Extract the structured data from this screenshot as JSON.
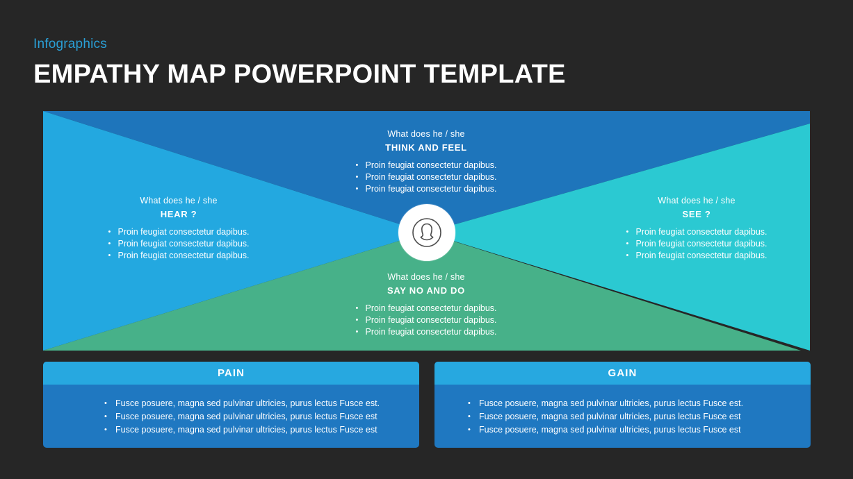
{
  "header": {
    "eyebrow": "Infographics",
    "title": "EMPATHY MAP POWERPOINT TEMPLATE"
  },
  "colors": {
    "background": "#262626",
    "eyebrow": "#2A9FD6",
    "quadrant_think": "#1E75BB",
    "quadrant_hear": "#23A8E0",
    "quadrant_see": "#2BC9D2",
    "quadrant_say": "#47B189",
    "box_header": "#27A8E0",
    "box_body": "#1F78C1",
    "avatar_background": "#FFFFFF",
    "avatar_icon": "#4D4D4D"
  },
  "empathy_map": {
    "avatar_icon": "user-avatar-icon",
    "quadrants": [
      {
        "key": "think",
        "subtitle": "What does  he / she",
        "title": "THINK  AND FEEL",
        "bullets": [
          "Proin feugiat consectetur dapibus.",
          "Proin feugiat consectetur dapibus.",
          "Proin feugiat consectetur dapibus."
        ]
      },
      {
        "key": "hear",
        "subtitle": "What does  he / she",
        "title": "HEAR  ?",
        "bullets": [
          "Proin feugiat consectetur dapibus.",
          "Proin feugiat consectetur dapibus.",
          "Proin feugiat consectetur dapibus."
        ]
      },
      {
        "key": "see",
        "subtitle": "What does  he / she",
        "title": "SEE  ?",
        "bullets": [
          "Proin feugiat consectetur dapibus.",
          "Proin feugiat consectetur dapibus.",
          "Proin feugiat consectetur dapibus."
        ]
      },
      {
        "key": "say",
        "subtitle": "What does  he / she",
        "title": "SAY NO AND  DO",
        "bullets": [
          "Proin feugiat consectetur dapibus.",
          "Proin feugiat consectetur dapibus.",
          "Proin feugiat consectetur dapibus."
        ]
      }
    ]
  },
  "boxes": [
    {
      "key": "pain",
      "title": "PAIN",
      "bullets": [
        "Fusce posuere, magna sed pulvinar  ultricies, purus  lectus Fusce est.",
        "Fusce posuere, magna sed pulvinar  ultricies, purus  lectus Fusce est",
        "Fusce posuere, magna sed pulvinar  ultricies, purus  lectus Fusce est"
      ]
    },
    {
      "key": "gain",
      "title": "GAIN",
      "bullets": [
        "Fusce posuere, magna sed pulvinar  ultricies, purus  lectus Fusce est.",
        "Fusce posuere, magna sed pulvinar  ultricies, purus  lectus Fusce est",
        "Fusce posuere, magna sed pulvinar  ultricies, purus  lectus Fusce est"
      ]
    }
  ]
}
